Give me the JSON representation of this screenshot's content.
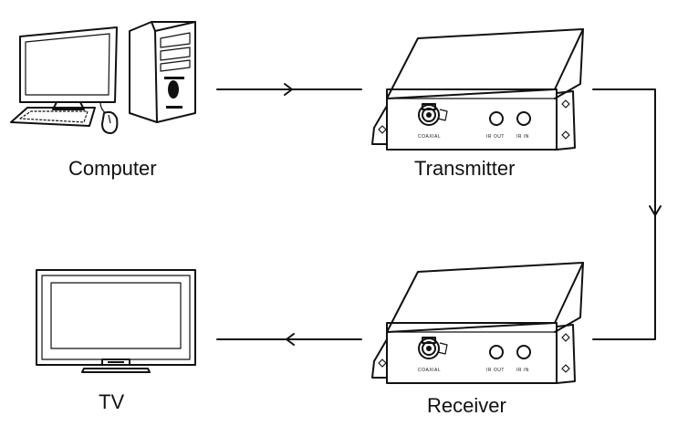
{
  "diagram": {
    "nodes": {
      "computer": {
        "label": "Computer"
      },
      "transmitter": {
        "label": "Transmitter",
        "ports": {
          "bnc": "COAXIAL",
          "ir_out": "IR OUT",
          "ir_in": "IR IN"
        }
      },
      "receiver": {
        "label": "Receiver",
        "ports": {
          "bnc": "COAXIAL",
          "ir_out": "IR OUT",
          "ir_in": "IR IN"
        }
      },
      "tv": {
        "label": "TV"
      }
    },
    "edges": [
      {
        "from": "computer",
        "to": "transmitter"
      },
      {
        "from": "transmitter",
        "to": "receiver"
      },
      {
        "from": "receiver",
        "to": "tv"
      }
    ]
  }
}
